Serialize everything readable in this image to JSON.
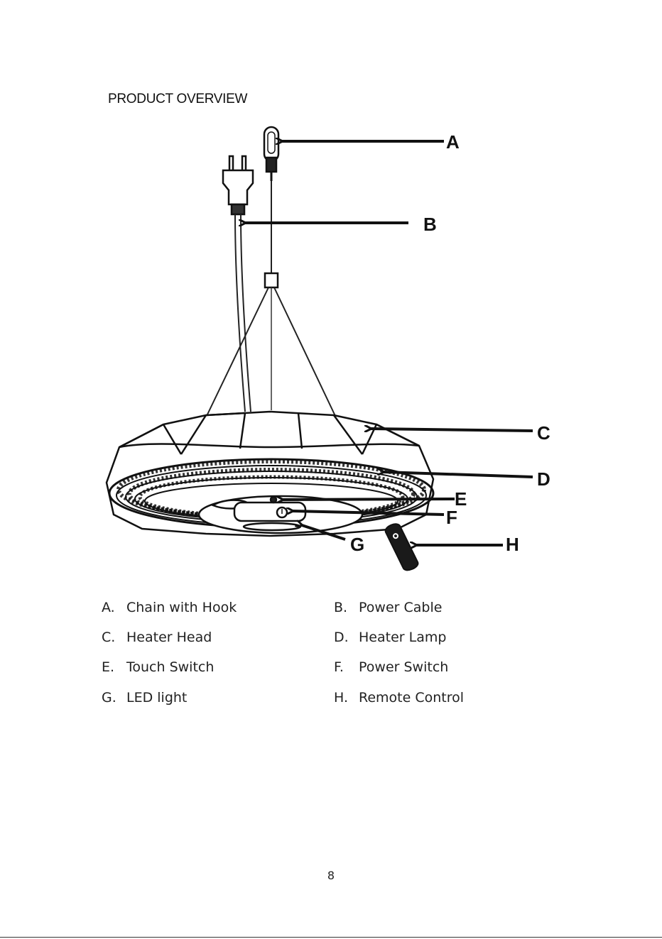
{
  "header": {
    "title": "PRODUCT OVERVIEW"
  },
  "diagram": {
    "callouts": [
      "A",
      "B",
      "C",
      "D",
      "E",
      "F",
      "G",
      "H"
    ]
  },
  "legend": [
    {
      "letter": "A.",
      "label": "Chain with Hook"
    },
    {
      "letter": "B.",
      "label": "Power Cable"
    },
    {
      "letter": "C.",
      "label": "Heater Head"
    },
    {
      "letter": "D.",
      "label": "Heater Lamp"
    },
    {
      "letter": "E.",
      "label": "Touch Switch"
    },
    {
      "letter": "F.",
      "label": "Power Switch"
    },
    {
      "letter": "G.",
      "label": "LED light"
    },
    {
      "letter": "H.",
      "label": "Remote Control"
    }
  ],
  "footer": {
    "page_number": "8"
  }
}
